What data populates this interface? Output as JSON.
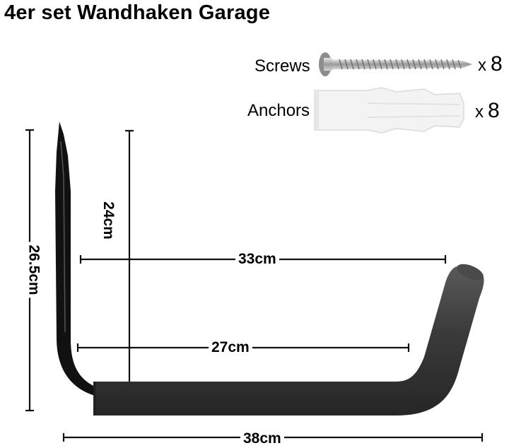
{
  "title": "4er set Wandhaken Garage",
  "accessories": [
    {
      "label": "Screws",
      "count": "8",
      "times": "x",
      "icon": "screw-icon"
    },
    {
      "label": "Anchors",
      "count": "8",
      "times": "x",
      "icon": "wall-anchor-icon"
    }
  ],
  "dimensions": {
    "height_total": "26.5cm",
    "height_inner": "24cm",
    "width_outer": "33cm",
    "width_inner": "27cm",
    "width_total": "38cm"
  },
  "colors": {
    "hook_steel": "#111111",
    "hook_grip": "#3c3c3c",
    "screw": "#b9b9b9",
    "anchor": "#f1f1f1"
  }
}
